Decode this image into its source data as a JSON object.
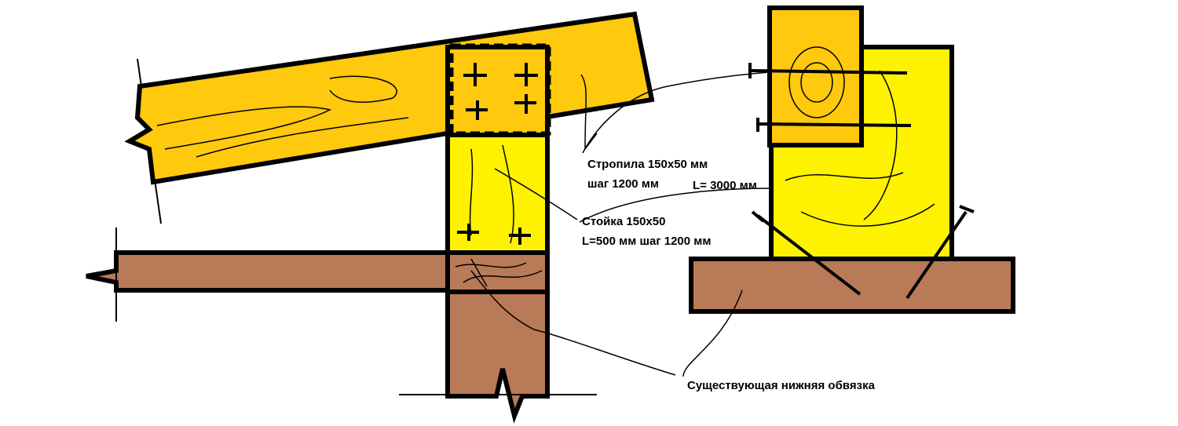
{
  "labels": {
    "rafter_line1": "Стропила 150х50 мм",
    "rafter_line2": "шаг 1200 мм",
    "rafter_length": "L= 3000 мм",
    "post_line1": "Стойка 150х50",
    "post_line2": "L=500 мм шаг 1200 мм",
    "existing_plate": "Существующая нижняя обвязка"
  },
  "colors": {
    "rafter": "#FFC90E",
    "post": "#FFF200",
    "plate": "#B97A57",
    "outline": "#000000"
  }
}
